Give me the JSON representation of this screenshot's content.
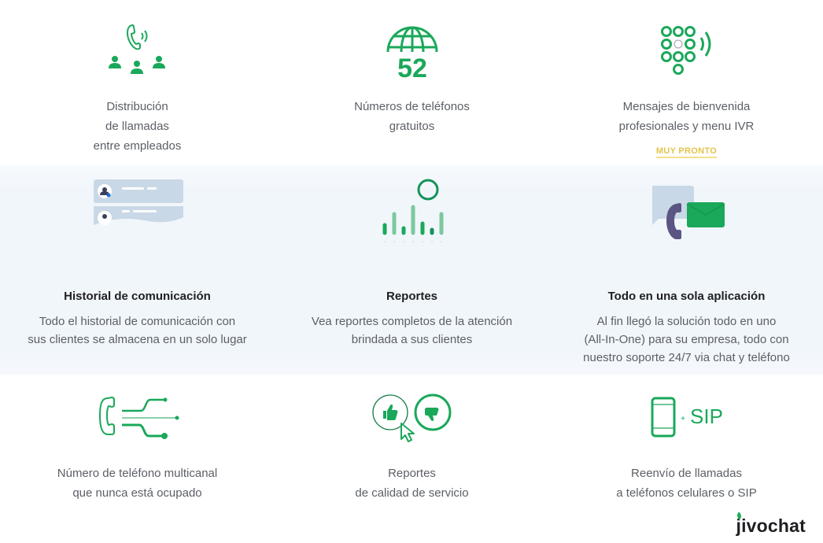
{
  "colors": {
    "green": "#1aa85a",
    "green_dark": "#0f8a47",
    "text": "#5b5f66",
    "title": "#1e1f22",
    "badge": "#e3c44c",
    "mid_band_bg": "#f1f6fb"
  },
  "rows": [
    {
      "features": [
        {
          "icon": "call-distribution-icon",
          "lines": [
            "Distribución",
            "de llamadas",
            "entre empleados"
          ]
        },
        {
          "icon": "globe-52-icon",
          "icon_text": "52",
          "lines": [
            "Números de teléfonos",
            "gratuitos"
          ]
        },
        {
          "icon": "ivr-keypad-icon",
          "lines": [
            "Mensajes de bienvenida",
            "profesionales y menu IVR"
          ],
          "badge": "MUY PRONTO"
        }
      ]
    },
    {
      "features": [
        {
          "icon": "history-cards-icon",
          "title": "Historial de comunicación",
          "lines": [
            "Todo el historial de comunicación con",
            "sus clientes se almacena en un solo lugar"
          ]
        },
        {
          "icon": "reports-chart-icon",
          "title": "Reportes",
          "lines": [
            "Vea reportes completos de la atención",
            "brindada a sus clientes"
          ]
        },
        {
          "icon": "all-in-one-icon",
          "title": "Todo en una sola aplicación",
          "lines": [
            "Al fin llegó la solución todo en uno",
            "(All-In-One) para su empresa, todo con",
            "nuestro soporte 24/7 via chat y teléfono"
          ]
        }
      ]
    },
    {
      "features": [
        {
          "icon": "multichannel-phone-icon",
          "lines": [
            "Número de teléfono multicanal",
            "que nunca está ocupado"
          ]
        },
        {
          "icon": "quality-rating-icon",
          "lines": [
            "Reportes",
            "de calidad de servicio"
          ]
        },
        {
          "icon": "sip-forwarding-icon",
          "icon_text": "SIP",
          "icon_plus": "+",
          "lines": [
            "Reenvío de llamadas",
            "a teléfonos celulares o SIP"
          ]
        }
      ]
    }
  ],
  "brand": {
    "logo": "jivochat"
  }
}
